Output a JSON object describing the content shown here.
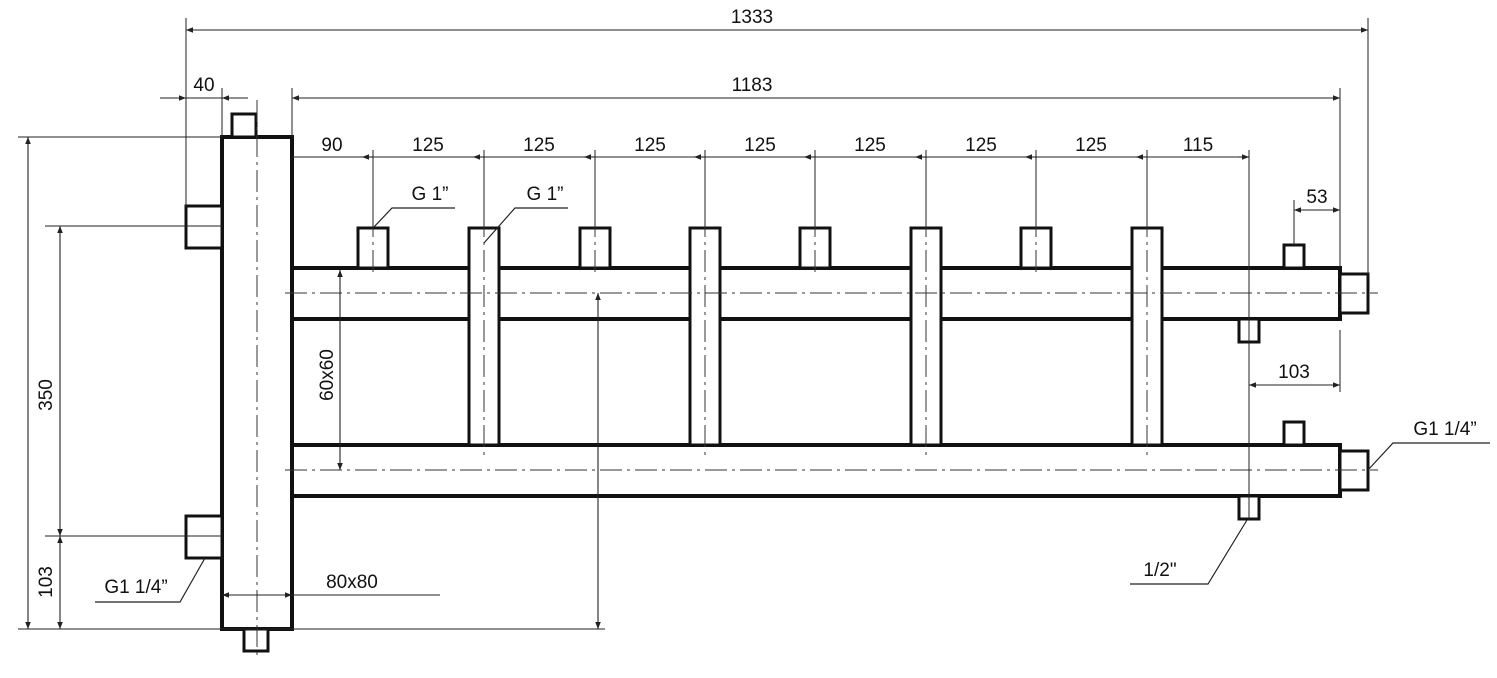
{
  "dimensions": {
    "overall_length": "1333",
    "header_length": "1183",
    "wall_offset": "40",
    "spacing_first": "90",
    "spacing": [
      "125",
      "125",
      "125",
      "125",
      "125",
      "125",
      "125"
    ],
    "spacing_last": "115",
    "end_offset": "53",
    "drain_offset": "103",
    "height": "350",
    "bottom_offset": "103"
  },
  "labels": {
    "outlet_thread_1": "G 1”",
    "outlet_thread_2": "G 1”",
    "header_section": "60x60",
    "separator_section": "80x80",
    "separator_port": "G1 1/4”",
    "inlet_port": "G1 1/4”",
    "drain_port": "1/2\""
  },
  "colors": {
    "line": "#111111",
    "background": "#ffffff"
  }
}
